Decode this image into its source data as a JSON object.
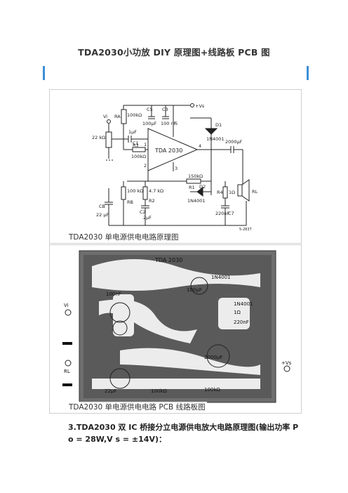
{
  "title": "TDA2030小功放 DIY 原理图+线路板 PCB 图",
  "figure1": {
    "caption": "TDA2030 单电源供电电路原理图",
    "labels": {
      "vi": "Vi",
      "ra": "RA",
      "r_100k_top": "100kΩ",
      "c5": "C5",
      "c3": "C3",
      "c5_val": "100μF",
      "c3_val": "100 nF",
      "vs": "+Vs",
      "c1_val": "1μF",
      "c1": "C1",
      "pot": "22 kΩ",
      "r3": "R3",
      "r3_val": "100kΩ",
      "chip": "TDA 2030",
      "pin1": "1",
      "pin2": "2",
      "pin3": "3",
      "pin4": "4",
      "pin5": "5",
      "d1": "D1",
      "d1_type": "1N4001",
      "cout": "2000μF",
      "r1_val": "150kΩ",
      "r1": "R1",
      "d2": "D2",
      "d2_type": "1N4001",
      "r4": "R4",
      "r4_val": "1Ω",
      "c7_val": "220nF",
      "c7": "C7",
      "rl": "RL",
      "r_100k_b": "100 kΩ",
      "rb": "RB",
      "r2_val": "4.7 kΩ",
      "r2": "R2",
      "cb": "CB",
      "cb_val": "22 μF",
      "c2": "C2",
      "c2_val": "2μF",
      "ref": "5-2837"
    }
  },
  "figure2": {
    "caption": "TDA2030 单电源供电电路 PCB 线路板图",
    "labels": {
      "chip": "TDA 2030",
      "vi": "Vi",
      "rl": "RL",
      "vs": "+Vs",
      "c_2000": "2000μF",
      "c_22": "22μF",
      "r_100k_a": "100kΩ",
      "r_100k_b": "100kΩ",
      "d_a": "1N4001",
      "d_b": "1N4001",
      "c_220n": "220nF",
      "c_100n": "100nF",
      "r_1": "1Ω",
      "c_100u": "100μF"
    }
  },
  "body": {
    "line1": "3.TDA2030 双 IC 桥接分立电源供电放大电路原理图(输出功率 P",
    "line2": "o = 28W,V s = ±14V)："
  }
}
